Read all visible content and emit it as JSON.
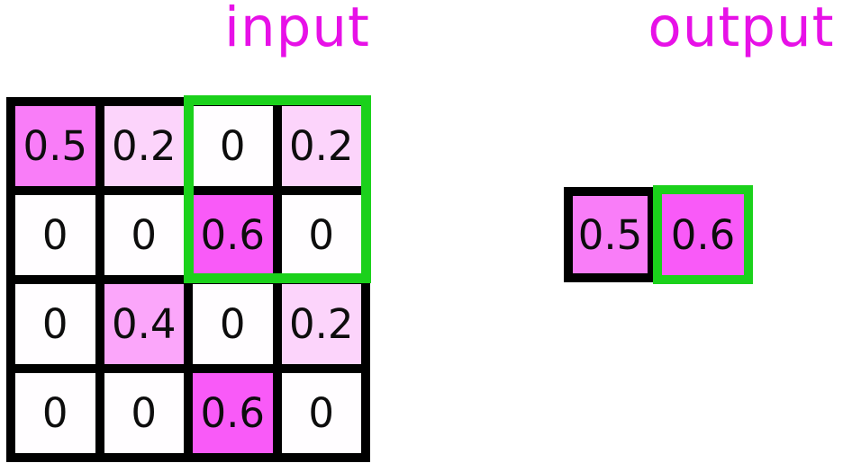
{
  "titles": {
    "input": "input",
    "output": "output"
  },
  "colors": {
    "title_text": "#e711e7",
    "grid_lines": "#000000",
    "highlight_green": "#1bd11b",
    "cell_text": "#0d0d0d",
    "value_fills": {
      "0": "#fffdff",
      "0.2": "#fcd4fb",
      "0.4": "#fba6fa",
      "0.5": "#f97df8",
      "0.6": "#f95af8"
    }
  },
  "input_grid": {
    "rows": 4,
    "cols": 4,
    "cells": [
      [
        "0.5",
        "0.2",
        "0",
        "0.2"
      ],
      [
        "0",
        "0",
        "0.6",
        "0"
      ],
      [
        "0",
        "0.4",
        "0",
        "0.2"
      ],
      [
        "0",
        "0",
        "0.6",
        "0"
      ]
    ],
    "highlight_window": {
      "rows": [
        0,
        1
      ],
      "cols": [
        2,
        3
      ],
      "values": [
        [
          "0",
          "0.2"
        ],
        [
          "0.6",
          "0"
        ]
      ]
    }
  },
  "output_grid": {
    "cells": [
      {
        "label": "0.5",
        "highlighted": false
      },
      {
        "label": "0.6",
        "highlighted": true
      }
    ]
  }
}
